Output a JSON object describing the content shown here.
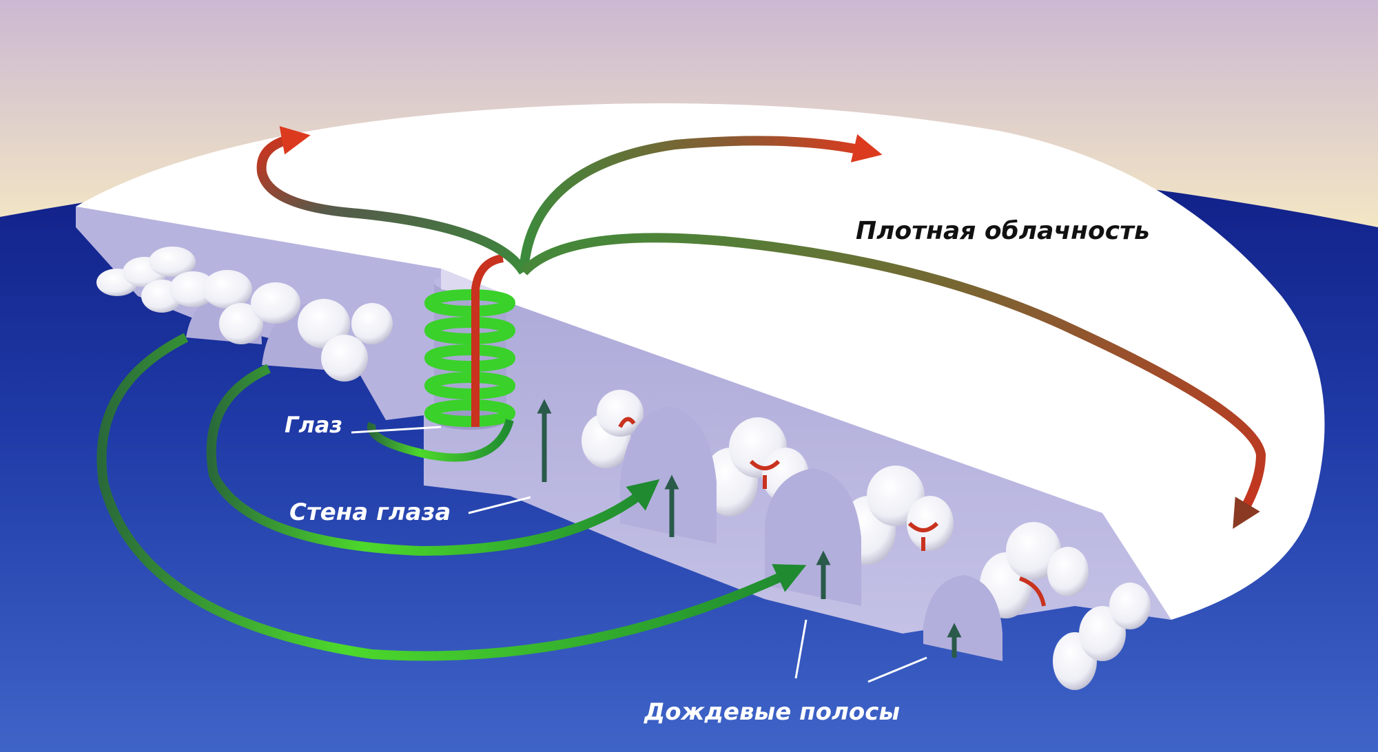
{
  "labels": {
    "dense_clouds": "Плотная облачность",
    "eye": "Глаз",
    "eyewall": "Стена глаза",
    "rain_bands": "Дождевые полосы"
  },
  "colors": {
    "sky_top": "#cbb8d2",
    "sky_horizon": "#f3e6c4",
    "ocean_far": "#101e86",
    "ocean_near": "#3f64c8",
    "cloud_top": "#ffffff",
    "cloud_side": "#b3b0dc",
    "inflow_green": "#3ad12a",
    "outflow_red": "#c8321e",
    "label_dark": "#111111",
    "label_light": "#ffffff"
  }
}
